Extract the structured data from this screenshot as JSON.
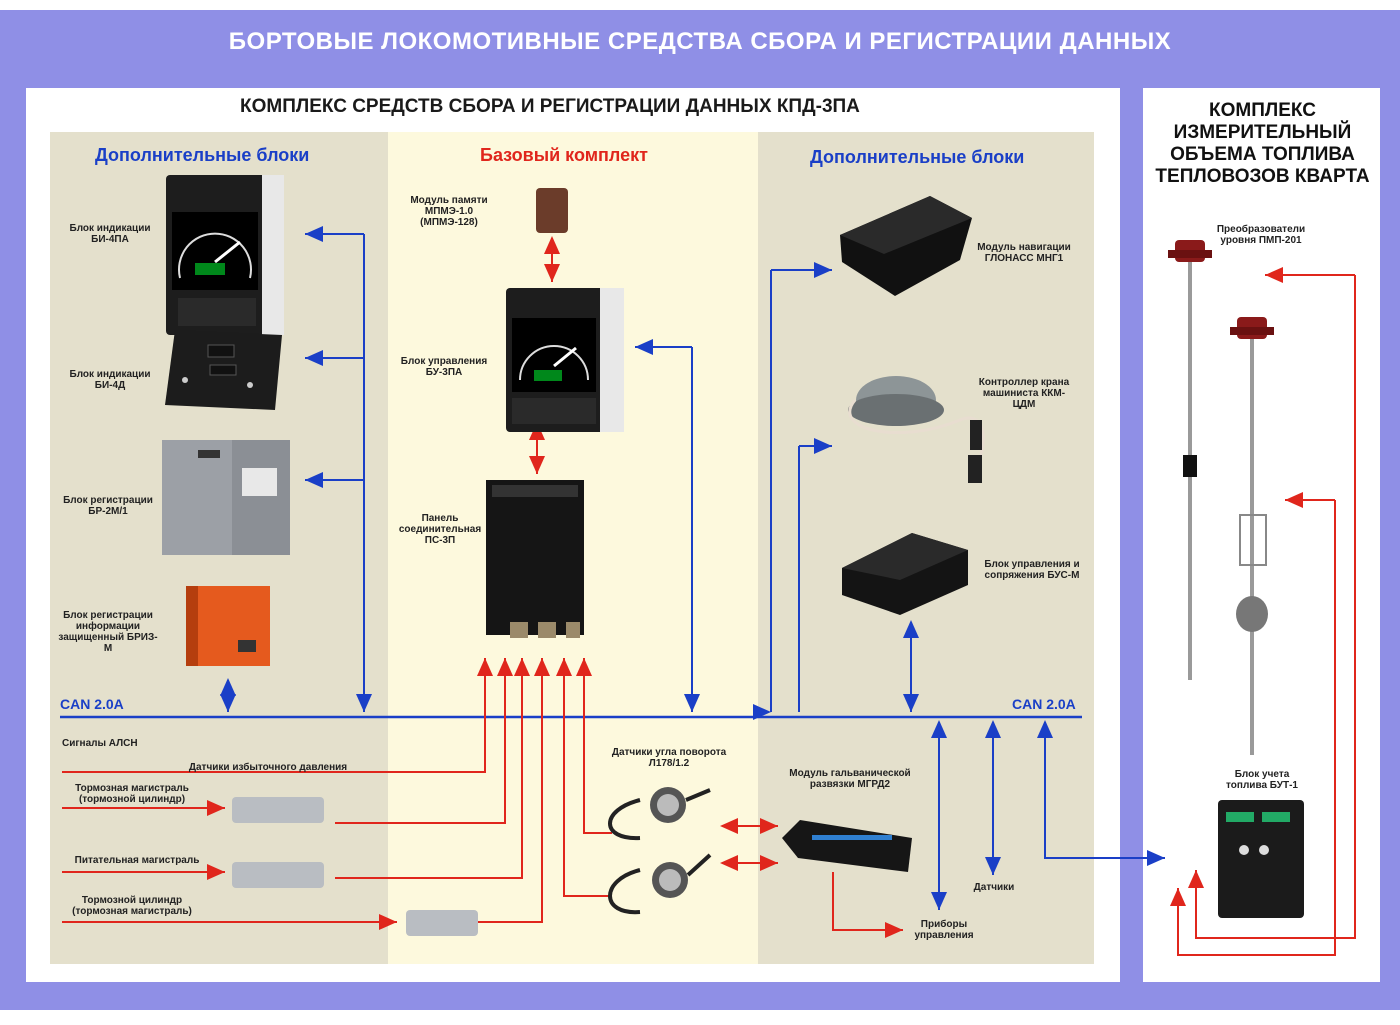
{
  "header": {
    "title": "БОРТОВЫЕ ЛОКОМОТИВНЫЕ СРЕДСТВА СБОРА И РЕГИСТРАЦИИ ДАННЫХ"
  },
  "main": {
    "title": "КОМПЛЕКС СРЕДСТВ СБОРА И РЕГИСТРАЦИИ ДАННЫХ КПД-3ПА",
    "left_zone_title": "Дополнительные блоки",
    "mid_zone_title": "Базовый комплект",
    "right_zone_title": "Дополнительные блоки",
    "can_left": "CAN 2.0A",
    "can_right": "CAN 2.0A"
  },
  "left_devices": [
    {
      "label": "Блок индикации БИ-4ПА"
    },
    {
      "label": "Блок индикации БИ-4Д"
    },
    {
      "label": "Блок регистрации БР-2М/1"
    },
    {
      "label": "Блок регистрации информации защищенный БРИЗ-М"
    }
  ],
  "base_devices": [
    {
      "label": "Модуль памяти МПМЭ-1.0 (МПМЭ-128)"
    },
    {
      "label": "Блок управления БУ-3ПА"
    },
    {
      "label": "Панель соединительная ПС-3П"
    }
  ],
  "right_devices": [
    {
      "label": "Модуль навигации ГЛОНАСС МНГ1"
    },
    {
      "label": "Контроллер крана машиниста ККМ-ЦДМ"
    },
    {
      "label": "Блок управления и сопряжения БУС-М"
    }
  ],
  "signals": {
    "alsn": "Сигналы АЛСН",
    "pressure_sensors": "Датчики избыточного давления",
    "brake_line": "Тормозная магистраль (тормозной цилиндр)",
    "feed_line": "Питательная магистраль",
    "brake_cylinder": "Тормозной цилиндр (тормозная магистраль)",
    "angle_sensors": "Датчики угла поворота Л178/1.2",
    "galvanic_module": "Модуль гальванической развязки МГРД2",
    "sensors": "Датчики",
    "control_devices": "Приборы управления"
  },
  "side": {
    "title": "КОМПЛЕКС ИЗМЕРИТЕЛЬНЫЙ ОБЪЕМА ТОПЛИВА ТЕПЛОВОЗОВ КВАРТА",
    "converters": "Преобразователи уровня ПМП-201",
    "fuel_unit": "Блок учета топлива БУТ-1"
  },
  "colors": {
    "frame": "#8f8fe6",
    "blue_line": "#1a3fc7",
    "red_line": "#e0261c",
    "zone_gray": "#e4e0cc",
    "zone_yellow": "#fdf9dd"
  }
}
